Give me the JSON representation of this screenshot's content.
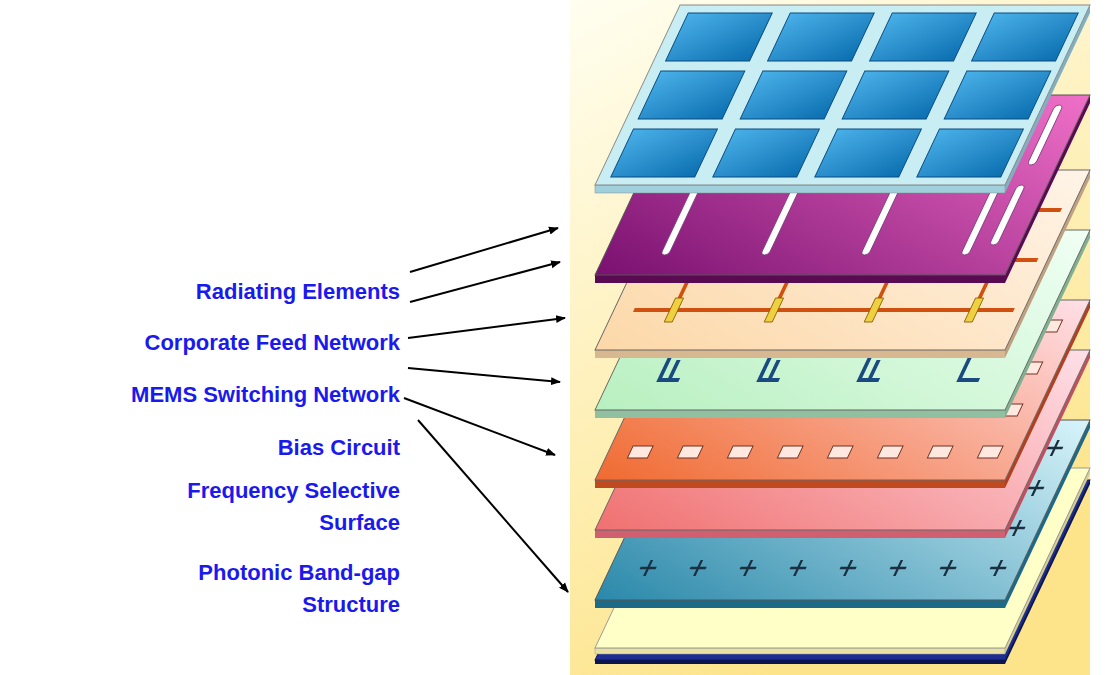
{
  "diagram": {
    "labels": [
      "Radiating Elements",
      "Corporate Feed Network",
      "MEMS Switching Network",
      "Bias Circuit",
      "Frequency Selective Surface",
      "Photonic Band-gap Structure"
    ]
  }
}
